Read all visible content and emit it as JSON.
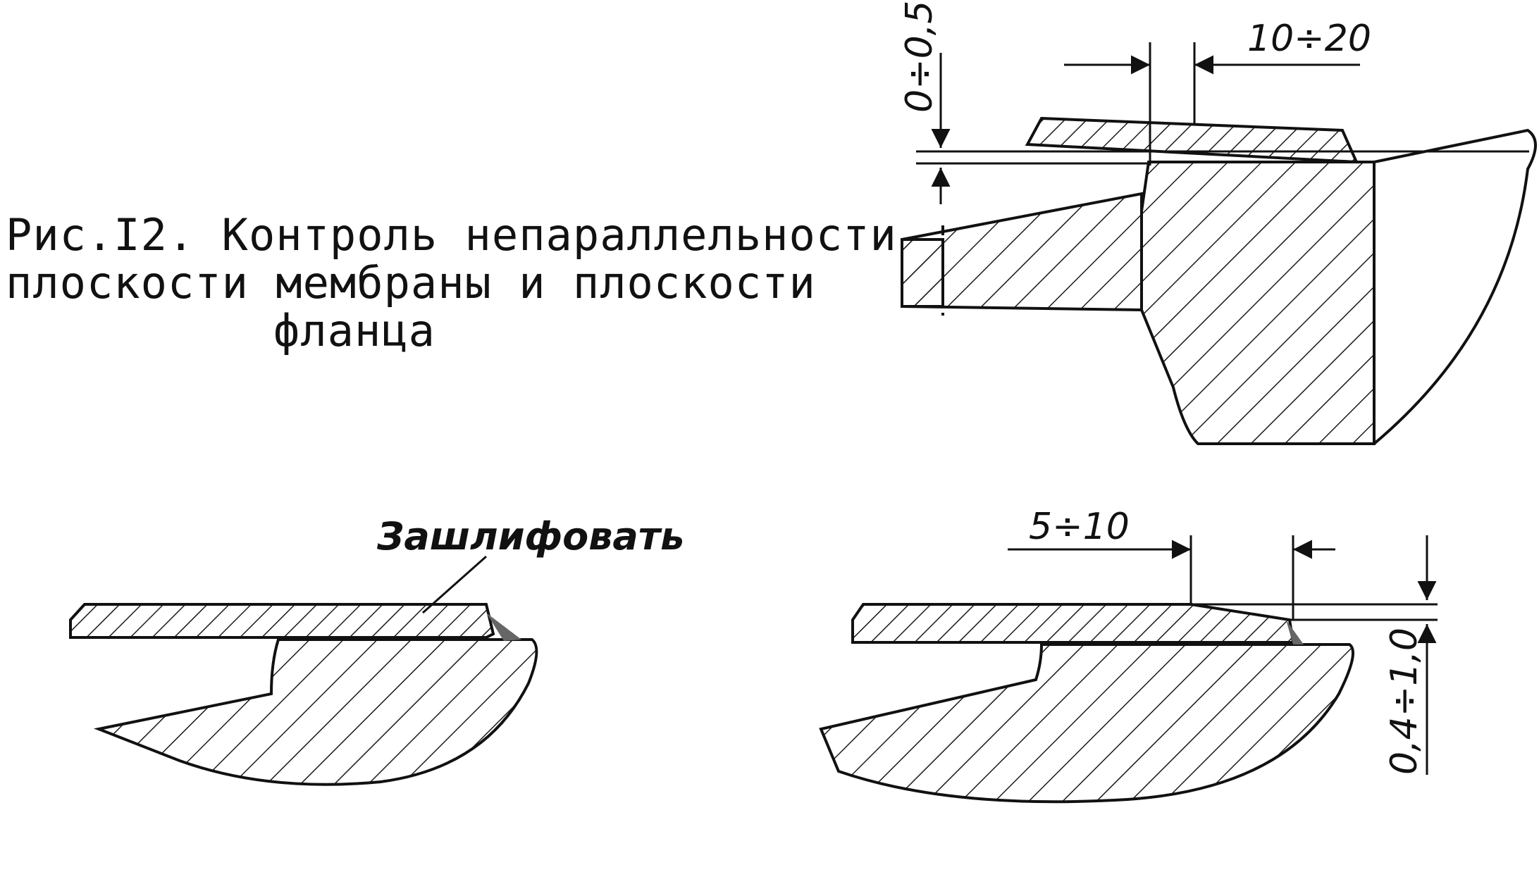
{
  "caption": {
    "line1": "Рис.I2. Контроль непараллельности",
    "line2": "плоскости мембраны и плоскости",
    "line3": "фланца"
  },
  "figure_top_right": {
    "dim_gap": "0÷0,5",
    "dim_overlap": "10÷20"
  },
  "figure_bottom_left": {
    "note": "Зашлифовать"
  },
  "figure_bottom_right": {
    "dim_overlap": "5÷10",
    "dim_gap": "0,4÷1,0"
  }
}
